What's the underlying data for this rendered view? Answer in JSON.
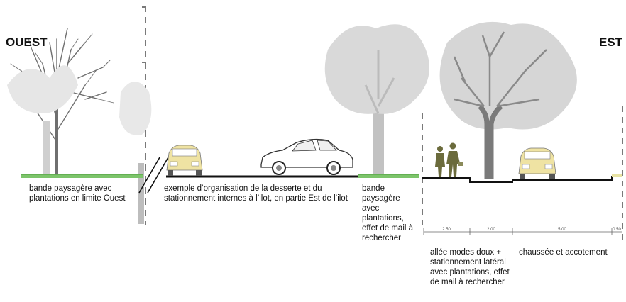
{
  "directions": {
    "west": "OUEST",
    "east": "EST"
  },
  "zones": [
    {
      "id": "west-strip",
      "text": "bande paysagère avec plantations en limite Ouest"
    },
    {
      "id": "parking",
      "text": "exemple d’organisation de la desserte et du stationnement internes à l’ilot, en partie Est de l’ilot"
    },
    {
      "id": "central-strip",
      "text": "bande paysagère avec plantations, effet de mail à rechercher"
    },
    {
      "id": "walkway",
      "text": "allée modes doux + stationnement latéral avec plantations, effet de mail à rechercher"
    },
    {
      "id": "roadway",
      "text": "chaussée et accotement"
    }
  ],
  "dimensions": [
    "2.50",
    "2.00",
    "5.00",
    "0.50"
  ],
  "colors": {
    "ground": "#111111",
    "grass": "#7cc46a",
    "tree_dark": "#777777",
    "tree_light": "#c8c8c8",
    "car_yellow": "#efe3a3"
  }
}
